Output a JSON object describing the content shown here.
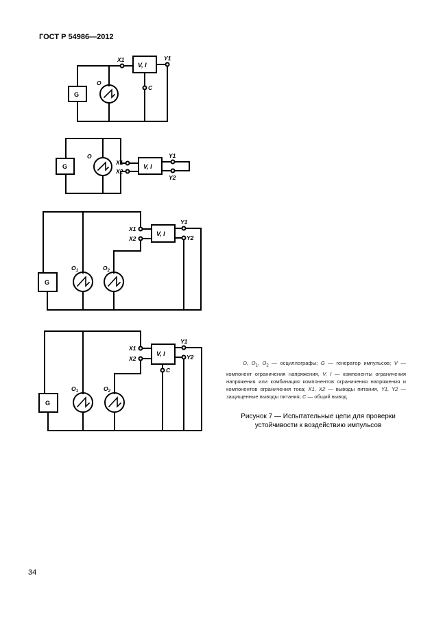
{
  "header": "ГОСТ Р 54986—2012",
  "page_number": "34",
  "labels": {
    "g": "G",
    "vi": "V, I",
    "x1": "X1",
    "x2": "X2",
    "y1": "Y1",
    "y2": "Y2",
    "c": "C",
    "o": "O",
    "o_base": "O",
    "sub1": "1",
    "sub2": "2"
  },
  "legend": {
    "l1": "O, O",
    "l1s": "1",
    "l2": ", O",
    "l2s": "2",
    "l3": " — осциллографы; ",
    "l4": "G",
    "l5": " — генератор импульсов; ",
    "l6": "V",
    "l7": " — компонент ограничения напряжения, ",
    "l8": "V, I",
    "l9": " — компоненты ограничения напряжения или комбинация компонентов ограничения напряжения и компонентов ограничения тока; ",
    "l10": "X1, X2",
    "l11": " — выводы питания, ",
    "l12": "Y1, Y2",
    "l13": " — защищенные выводы питания; ",
    "l14": "C",
    "l15": " — общий вывод"
  },
  "caption": {
    "line1": "Рисунок 7 — Испытательные цепи для проверки",
    "line2": "устойчивости  к воздействию импульсов"
  }
}
